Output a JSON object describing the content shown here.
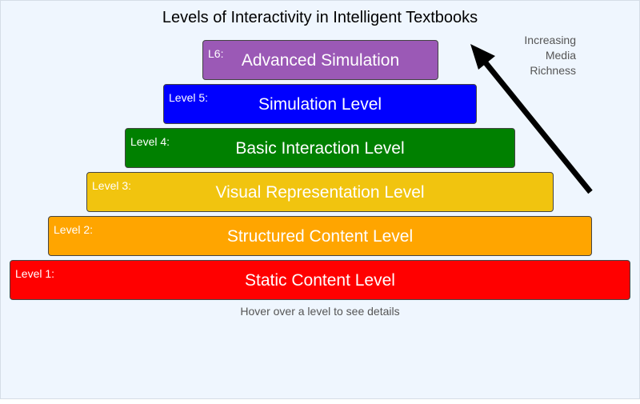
{
  "title": "Levels of Interactivity in Intelligent Textbooks",
  "arrow_label": [
    "Increasing",
    "Media",
    "Richness"
  ],
  "hint": "Hover over a level to see details",
  "levels": [
    {
      "tag": "L6:",
      "name": "Advanced Simulation",
      "color": "#9b59b6"
    },
    {
      "tag": "Level 5:",
      "name": "Simulation Level",
      "color": "#0000ff"
    },
    {
      "tag": "Level 4:",
      "name": "Basic Interaction Level",
      "color": "#008000"
    },
    {
      "tag": "Level 3:",
      "name": "Visual Representation Level",
      "color": "#f1c40f"
    },
    {
      "tag": "Level 2:",
      "name": "Structured Content Level",
      "color": "#ffa500"
    },
    {
      "tag": "Level 1:",
      "name": "Static Content Level",
      "color": "#ff0000"
    }
  ]
}
